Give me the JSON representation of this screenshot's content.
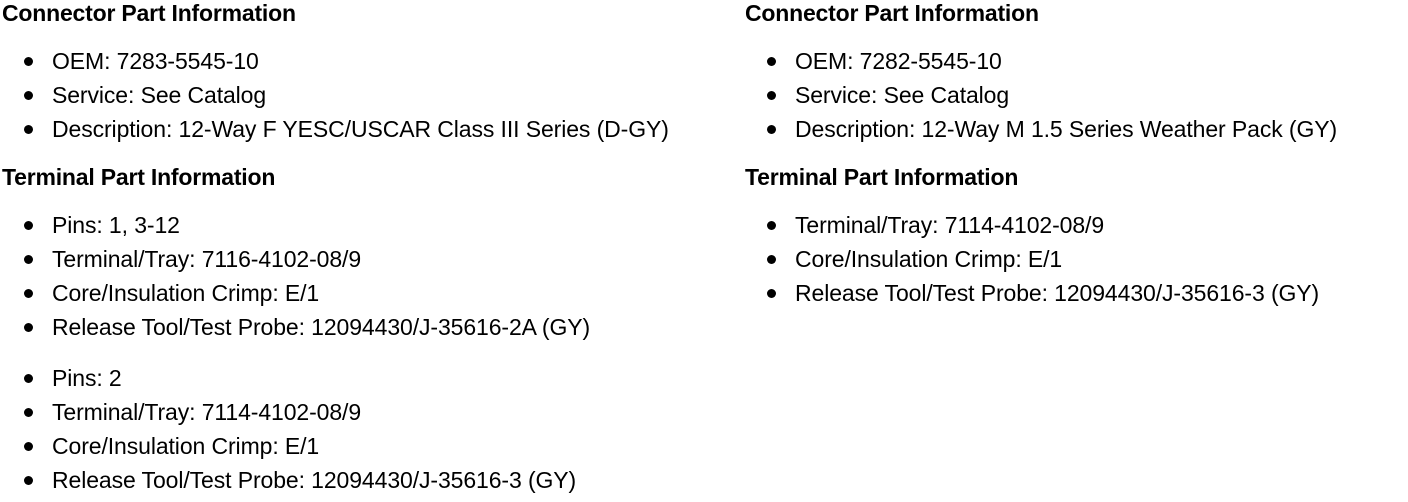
{
  "document": {
    "columns": [
      {
        "id": "left",
        "sections": [
          {
            "heading": "Connector Part Information",
            "groups": [
              {
                "items": [
                  "OEM: 7283-5545-10",
                  "Service: See Catalog",
                  "Description: 12-Way F YESC/USCAR Class III Series (D-GY)"
                ]
              }
            ]
          },
          {
            "heading": "Terminal Part Information",
            "groups": [
              {
                "items": [
                  "Pins: 1, 3-12",
                  "Terminal/Tray: 7116-4102-08/9",
                  "Core/Insulation Crimp: E/1",
                  "Release Tool/Test Probe: 12094430/J-35616-2A (GY)"
                ]
              },
              {
                "items": [
                  "Pins: 2",
                  "Terminal/Tray: 7114-4102-08/9",
                  "Core/Insulation Crimp: E/1",
                  "Release Tool/Test Probe: 12094430/J-35616-3 (GY)"
                ]
              }
            ]
          }
        ]
      },
      {
        "id": "right",
        "sections": [
          {
            "heading": "Connector Part Information",
            "groups": [
              {
                "items": [
                  "OEM: 7282-5545-10",
                  "Service: See Catalog",
                  "Description: 12-Way M 1.5 Series Weather Pack (GY)"
                ]
              }
            ]
          },
          {
            "heading": "Terminal Part Information",
            "groups": [
              {
                "items": [
                  "Terminal/Tray: 7114-4102-08/9",
                  "Core/Insulation Crimp: E/1",
                  "Release Tool/Test Probe: 12094430/J-35616-3 (GY)"
                ]
              }
            ]
          }
        ]
      }
    ]
  },
  "style": {
    "text_color": "#000000",
    "background_color": "#ffffff",
    "bullet_glyph": "filled-round-bullet"
  }
}
